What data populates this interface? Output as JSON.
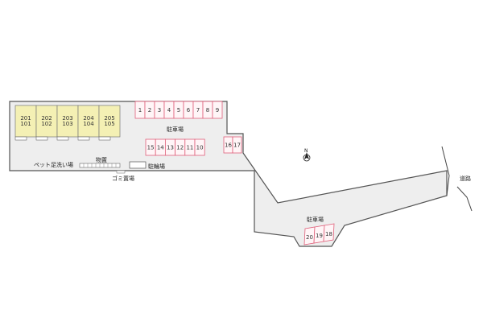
{
  "units": [
    {
      "upper": "201",
      "lower": "101"
    },
    {
      "upper": "202",
      "lower": "102"
    },
    {
      "upper": "203",
      "lower": "103"
    },
    {
      "upper": "204",
      "lower": "104"
    },
    {
      "upper": "205",
      "lower": "105"
    }
  ],
  "parking": {
    "top_row": [
      "1",
      "2",
      "3",
      "4",
      "5",
      "6",
      "7",
      "8",
      "9"
    ],
    "middle_row": [
      "15",
      "14",
      "13",
      "12",
      "11",
      "10"
    ],
    "side_pair": [
      "16",
      "17"
    ],
    "lower_group": [
      "20",
      "19",
      "18"
    ]
  },
  "labels": {
    "parking_main": "駐車場",
    "parking_lower": "駐車場",
    "storage": "物置",
    "pet_wash": "ペット足洗い場",
    "bicycle": "駐輪場",
    "garbage": "ゴミ置場",
    "road": "道路",
    "north": "N"
  },
  "colors": {
    "lot": "#eeeeee",
    "lot_border": "#555555",
    "unit_fill": "#f4f0b4",
    "parking_border": "#e0607a",
    "parking_fill": "#fff5f7"
  }
}
